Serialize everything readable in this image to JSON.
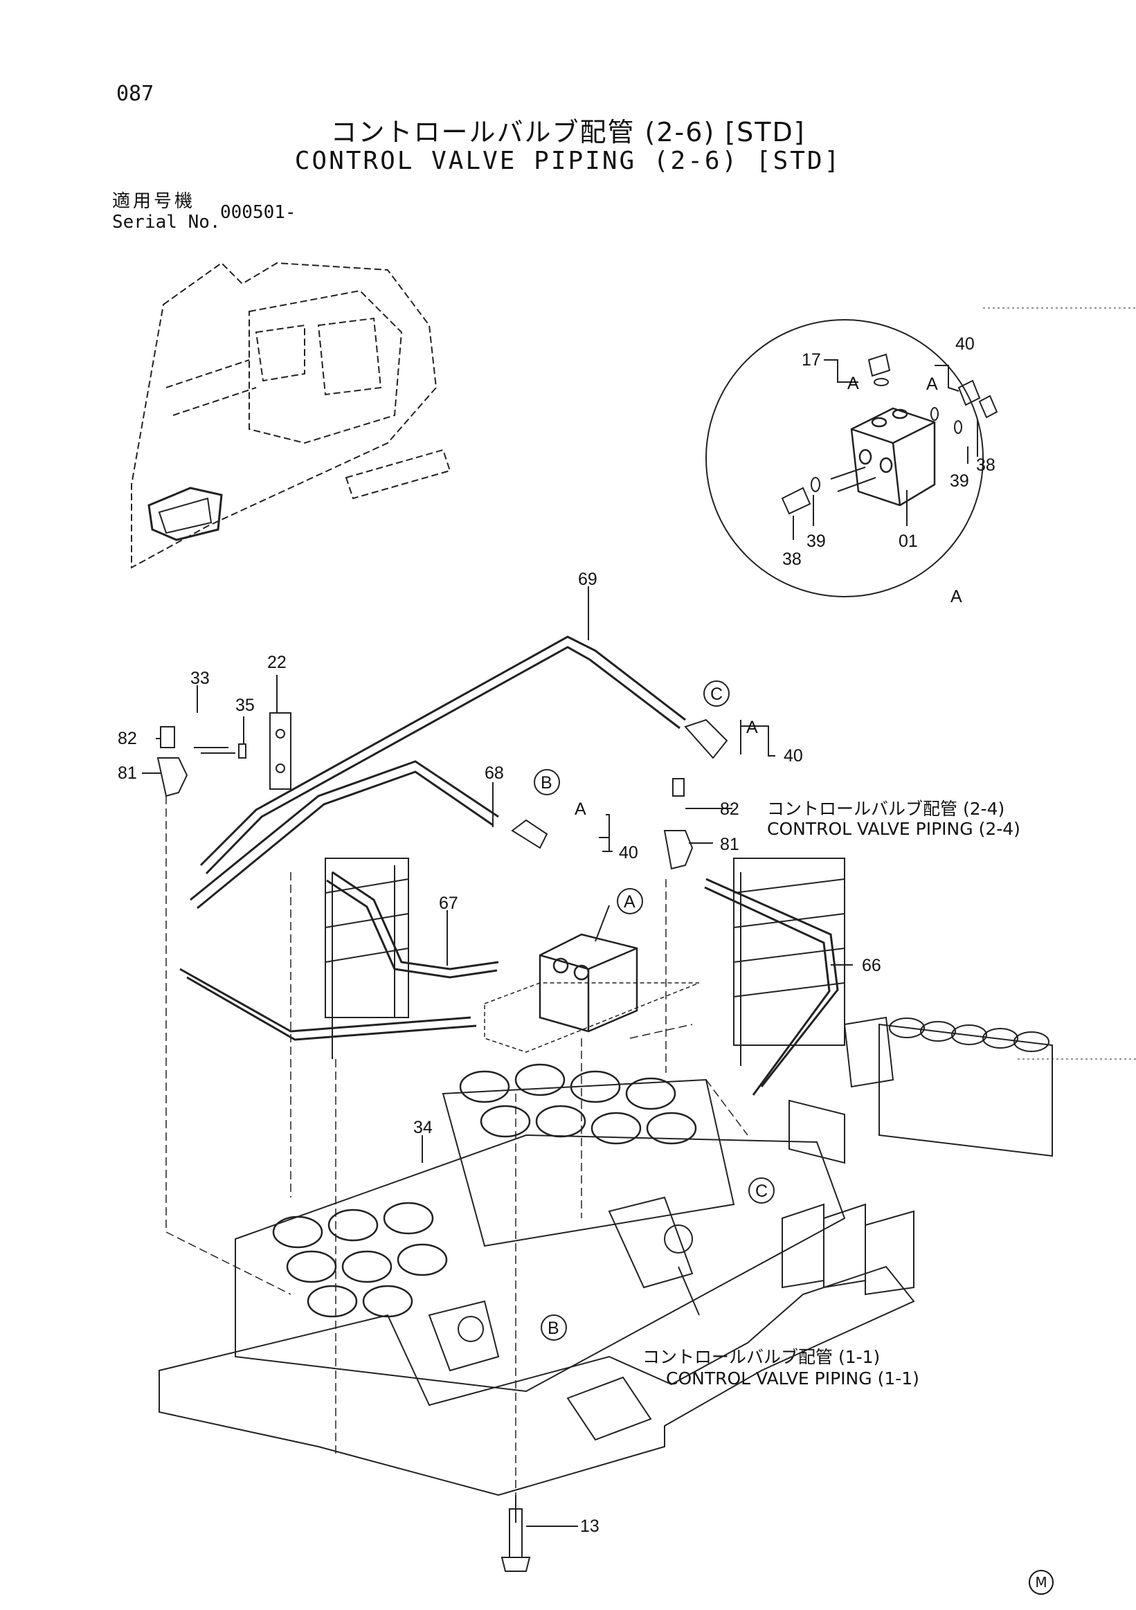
{
  "page": {
    "number": "087",
    "title_jp": "コントロールバルブ配管 (2-6) [STD]",
    "title_en": "CONTROL VALVE PIPING (2-6) [STD]",
    "serial_label_jp": "適用号機",
    "serial_label_en": "Serial No.",
    "serial_value": "000501-"
  },
  "references": [
    {
      "jp": "コントロールバルブ配管 (2-4)",
      "en": "CONTROL VALVE PIPING (2-4)"
    },
    {
      "jp": "コントロールバルブ配管 (1-1)",
      "en": "CONTROL VALVE PIPING (1-1)"
    }
  ],
  "part_numbers": {
    "p69": "69",
    "p22": "22",
    "p33": "33",
    "p35": "35",
    "p82a": "82",
    "p81a": "81",
    "p68": "68",
    "p40a": "40",
    "p40b": "40",
    "p82b": "82",
    "p81b": "81",
    "p67": "67",
    "p66": "66",
    "p34": "34",
    "p13": "13"
  },
  "detail_view": {
    "label": "A",
    "parts": {
      "p17": "17",
      "p40": "40",
      "p38a": "38",
      "p39a": "39",
      "p38b": "38",
      "p39b": "39",
      "p01": "01",
      "a1": "A",
      "a2": "A"
    }
  },
  "callouts": {
    "a": "A",
    "b": "B",
    "c": "C",
    "b2": "B",
    "c2": "C",
    "a_small_b": "A",
    "a_small_c": "A"
  },
  "footer_mark": "M"
}
